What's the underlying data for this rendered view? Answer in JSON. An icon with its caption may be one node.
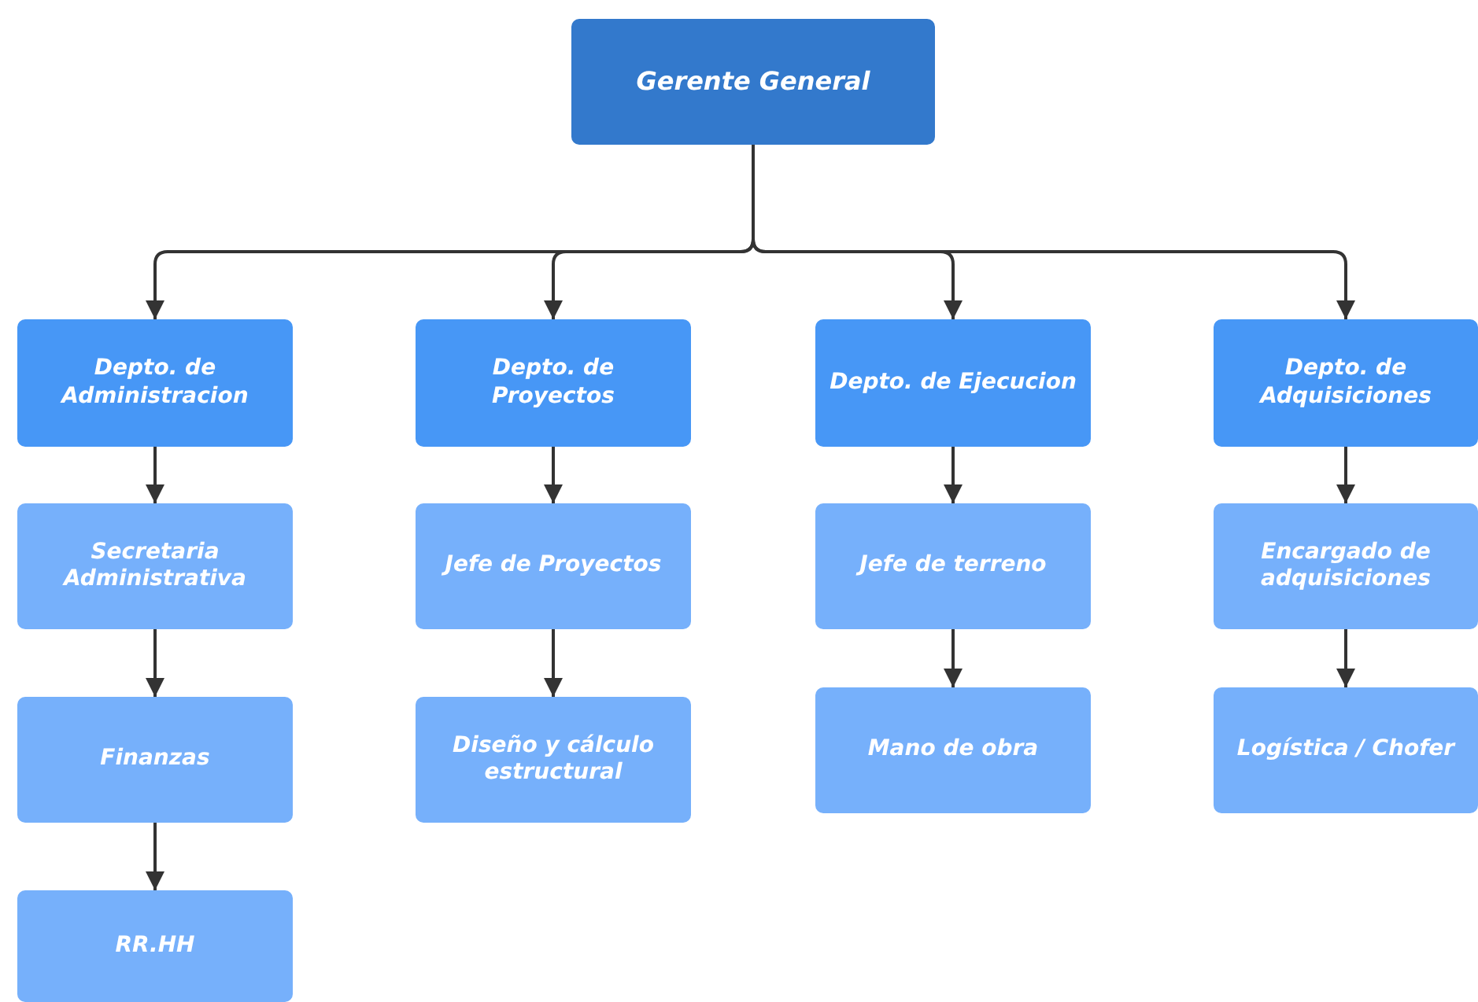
{
  "diagram": {
    "nodes": [
      {
        "text": [
          "Gerente General"
        ]
      },
      {
        "text": [
          "Depto. de Administracion"
        ]
      },
      {
        "text": [
          "Depto. de Proyectos"
        ]
      },
      {
        "text": [
          "Depto. de Ejecucion"
        ]
      },
      {
        "text": [
          "Depto. de Adquisiciones"
        ]
      },
      {
        "text": [
          "Secretaria Administrativa"
        ]
      },
      {
        "text": [
          "Jefe de Proyectos"
        ]
      },
      {
        "text": [
          "Jefe de terreno"
        ]
      },
      {
        "text": [
          "Encargado de adquisiciones"
        ]
      },
      {
        "text": [
          "Finanzas"
        ]
      },
      {
        "text": [
          "Diseño y cálculo estructural"
        ]
      },
      {
        "text": [
          "Mano de obra"
        ]
      },
      {
        "text": [
          "Logística / Chofer"
        ]
      },
      {
        "text": [
          "RR.HH"
        ]
      }
    ],
    "edges": [
      {
        "from": 0,
        "to": 1,
        "arrow": "to"
      },
      {
        "from": 0,
        "to": 2,
        "arrow": "to"
      },
      {
        "from": 0,
        "to": 3,
        "arrow": "to"
      },
      {
        "from": 0,
        "to": 4,
        "arrow": "to"
      },
      {
        "from": 1,
        "to": 5,
        "arrow": "to"
      },
      {
        "from": 5,
        "to": 9,
        "arrow": "to"
      },
      {
        "from": 9,
        "to": 13,
        "arrow": "to"
      },
      {
        "from": 2,
        "to": 6,
        "arrow": "to"
      },
      {
        "from": 6,
        "to": 10,
        "arrow": "to"
      },
      {
        "from": 3,
        "to": 7,
        "arrow": "to"
      },
      {
        "from": 7,
        "to": 11,
        "arrow": "to"
      },
      {
        "from": 4,
        "to": 8,
        "arrow": "to"
      },
      {
        "from": 8,
        "to": 12,
        "arrow": "to"
      }
    ]
  }
}
